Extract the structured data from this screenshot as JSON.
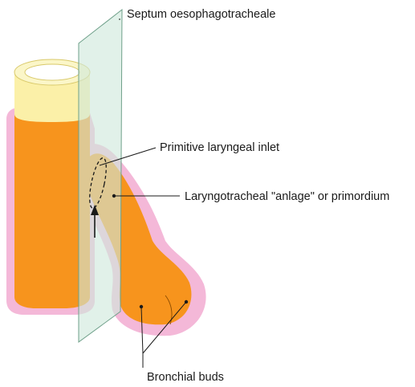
{
  "labels": {
    "septum": "Septum oesophagotracheale",
    "inlet": "Primitive laryngeal inlet",
    "primordium": "Laryngotracheal \"anlage\" or primordium",
    "buds": "Bronchial buds"
  },
  "colors": {
    "tube_orange": "#f7941d",
    "mesenchyme_pink": "#f4b8d8",
    "lumen_cream": "#fbf6c8",
    "septum_green": "#cfe8dc",
    "outline": "#1a1a1a"
  }
}
